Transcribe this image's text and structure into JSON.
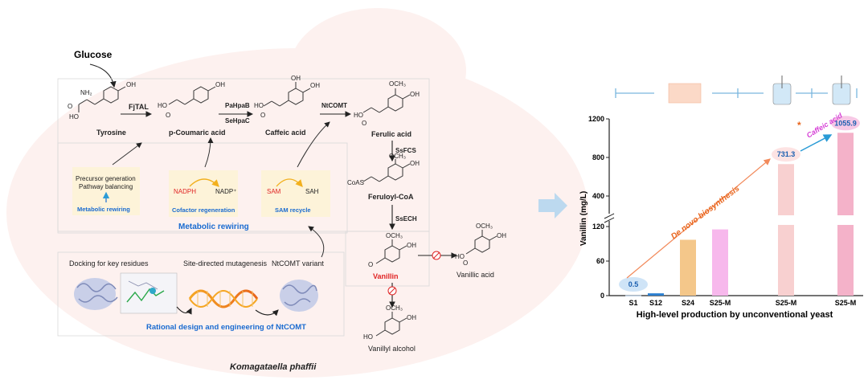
{
  "pathway": {
    "glucose": "Glucose",
    "tyrosine": "Tyrosine",
    "p_coumaric_acid": "p-Coumaric acid",
    "caffeic_acid": "Caffeic acid",
    "ferulic_acid": "Ferulic acid",
    "feruloyl_coa": "Feruloyl-CoA",
    "vanillin": "Vanillin",
    "vanillic_acid": "Vanillic acid",
    "vanillyl_alcohol": "Vanillyl alcohol",
    "enzyme_fjtal": "FjTAL",
    "enzyme_pahpab": "PaHpaB",
    "enzyme_sehpac": "SeHpaC",
    "enzyme_ntcomt": "NtCOMT",
    "enzyme_ssfcs": "SsFCS",
    "enzyme_ssech": "SsECH",
    "och3": "OCH₃",
    "oh": "OH",
    "nh2": "NH₂",
    "coas": "CoAS"
  },
  "metabolic_rewiring": {
    "precursor_line1": "Precursor generation",
    "precursor_line2": "Pathway balancing",
    "metabolic_rewiring_small": "Metabolic rewiring",
    "nadph": "NADPH",
    "nadp": "NADP⁺",
    "cofactor_regeneration": "Cofactor regeneration",
    "sam": "SAM",
    "sah": "SAH",
    "sam_recycle": "SAM  recycle",
    "title": "Metabolic rewiring"
  },
  "rational_design": {
    "docking": "Docking for key residues",
    "mutagenesis": "Site-directed mutagenesis",
    "variant": "NtCOMT variant",
    "title": "Rational design and engineering of NtCOMT"
  },
  "organism": "Komagataella phaffii",
  "colors": {
    "blue_label": "#1a6bd0",
    "red_label": "#e02424",
    "cell_bg": "#fdf1ef",
    "panel_bg": "#fdf3d9",
    "arrow_blue": "#bcd9ef"
  },
  "chart_data": {
    "type": "bar",
    "categories": [
      "S1",
      "S12",
      "S24",
      "S25-M",
      "S25-M",
      "S25-M"
    ],
    "values": [
      0.5,
      4,
      97,
      115,
      731.3,
      1055.9
    ],
    "bar_colors": [
      "#bcd9f3",
      "#2b7fd0",
      "#f4c78a",
      "#f7b8ec",
      "#f8d0d0",
      "#f4b2c9"
    ],
    "labels": [
      "0.5",
      "",
      "",
      "",
      "731.3",
      "1055.9"
    ],
    "ylabel": "Vanillin (mg/L)",
    "xlabel": "High-level production by unconventional yeast",
    "lower_ticks": [
      "0",
      "60",
      "120"
    ],
    "upper_ticks": [
      "400",
      "800",
      "1200"
    ],
    "axis_break": true,
    "annotation_de_novo": "De novo biosynthesis",
    "annotation_caffeic": "Caffeic acid",
    "annotation_star": "*"
  }
}
